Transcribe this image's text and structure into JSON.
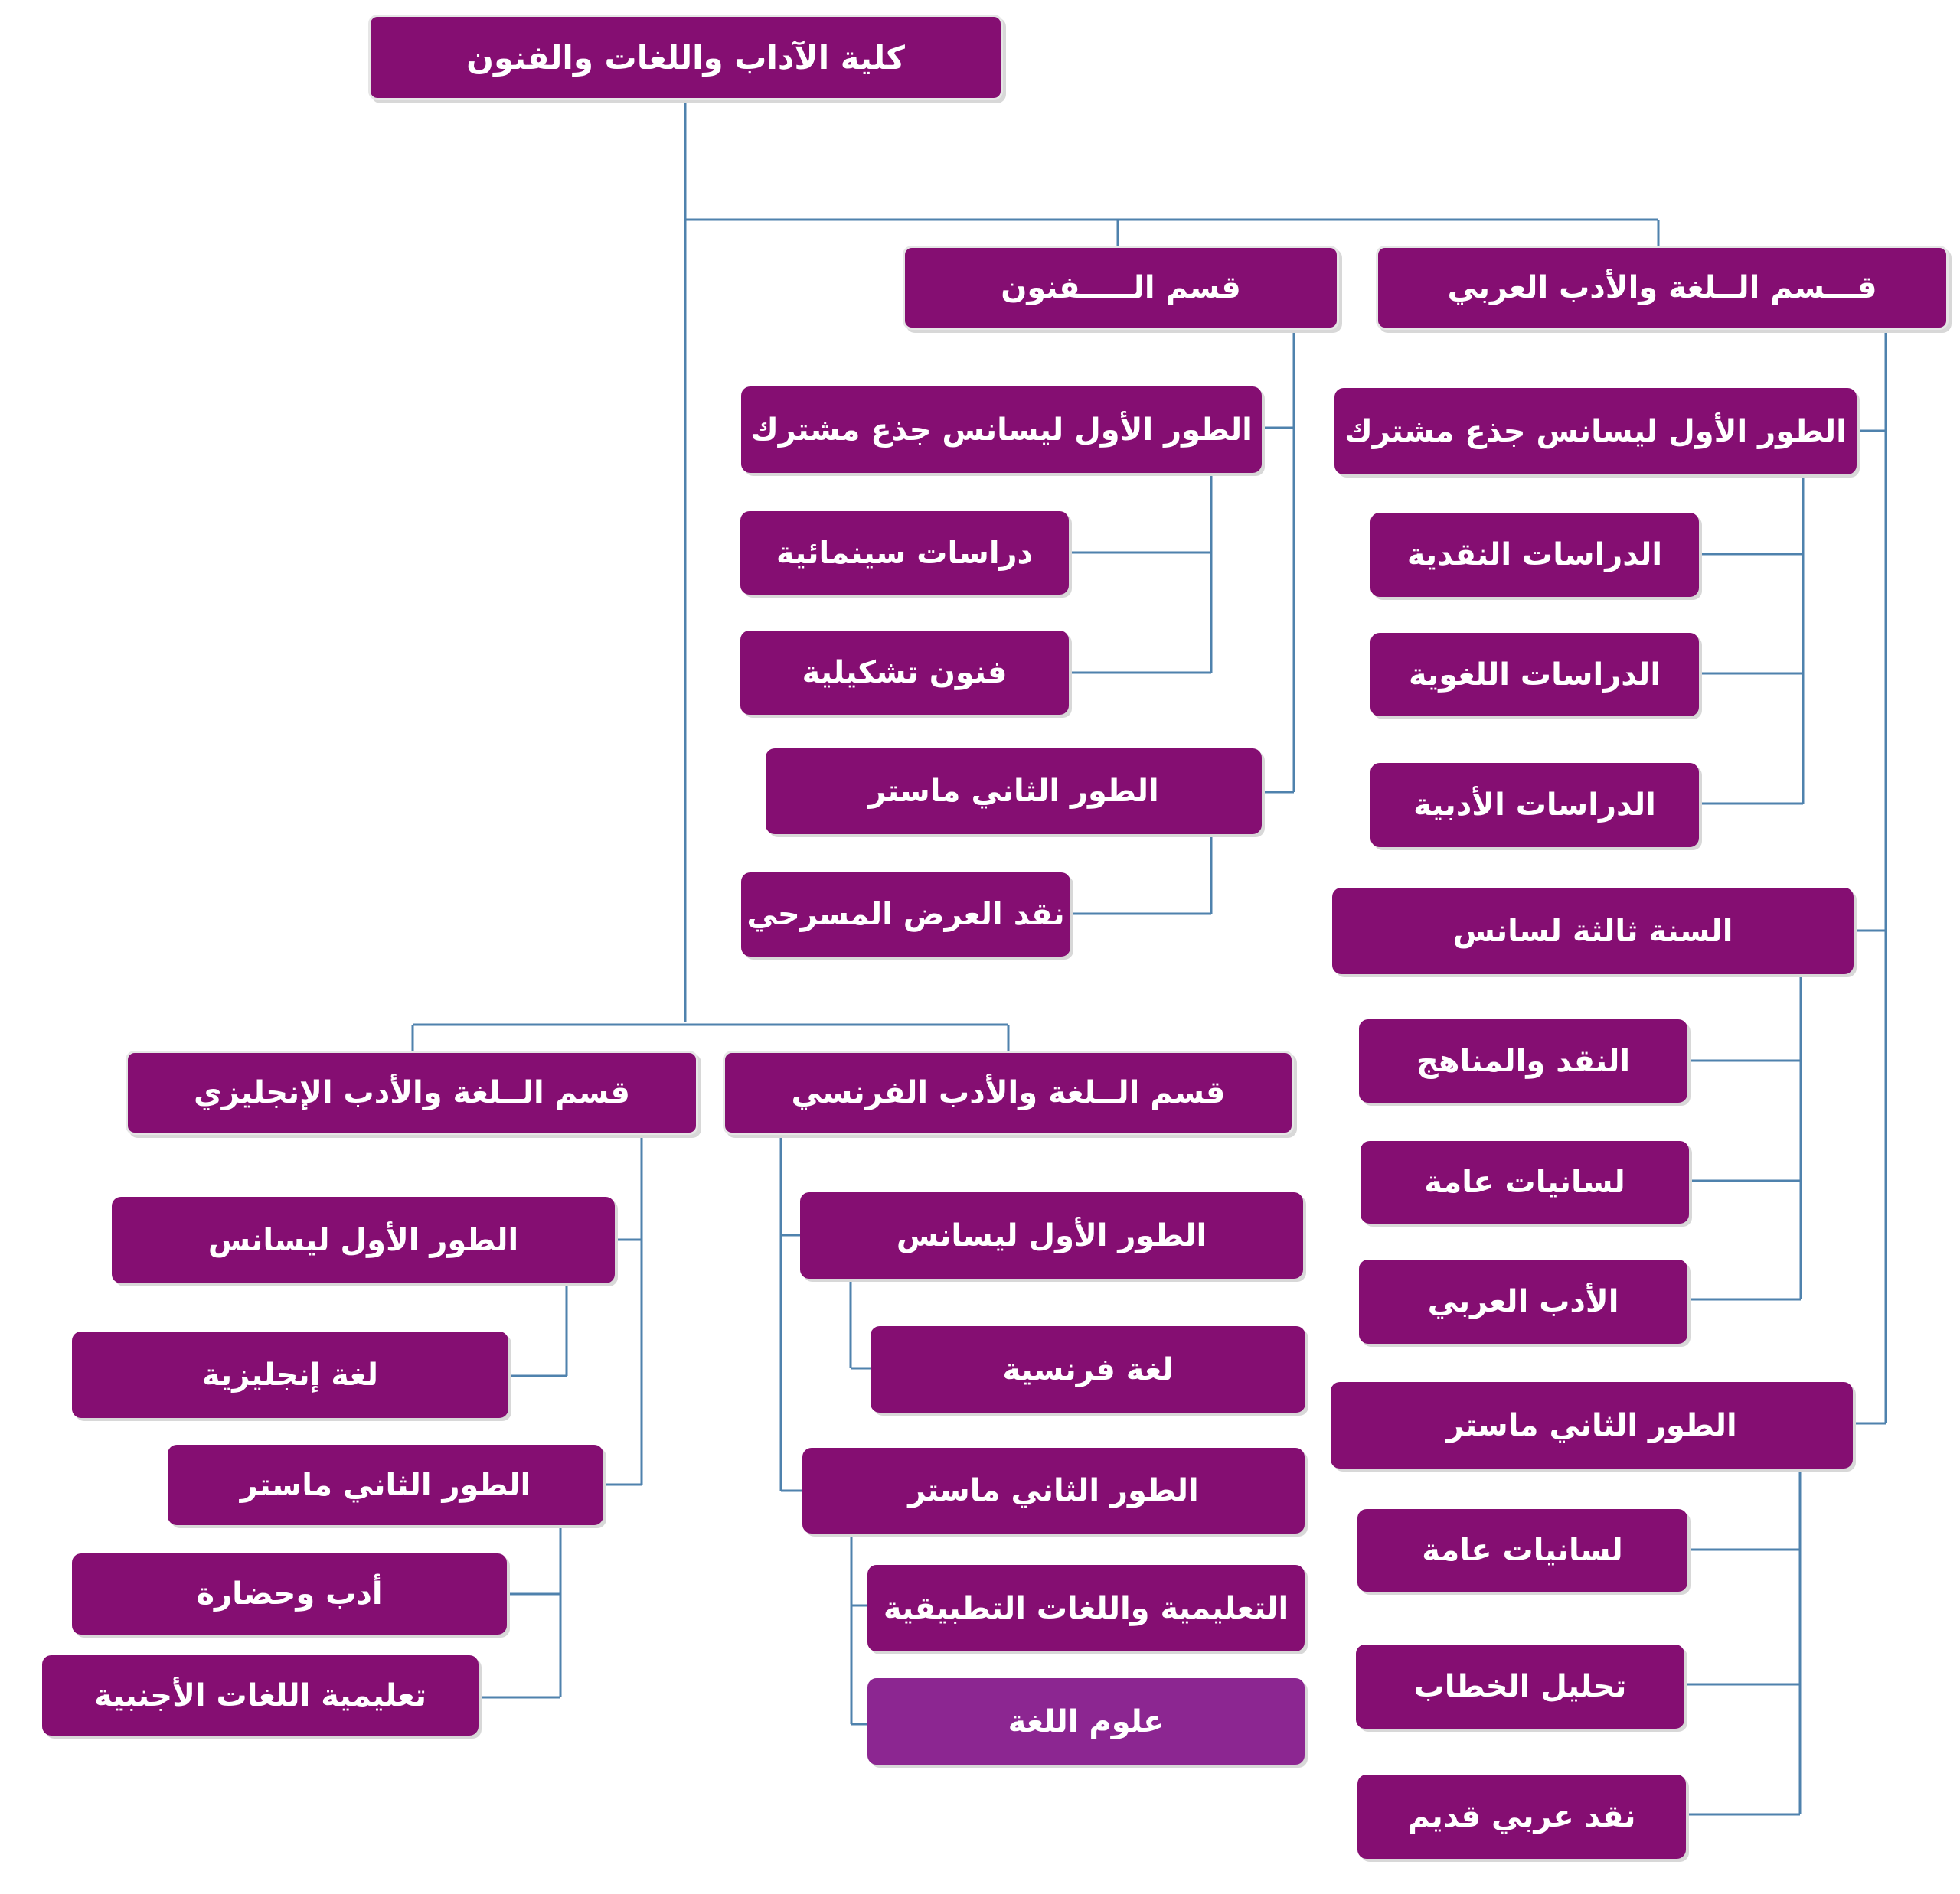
{
  "diagram": {
    "root": "كلية الآداب واللغات والفنون",
    "departments": {
      "arabic": {
        "title": "قـــسم الــلغة والأدب العربي",
        "cycle1": "الطور الأول ليسانس جذع مشترك",
        "cycle1_items": [
          "الدراسات النقدية",
          "الدراسات اللغوية",
          "الدراسات الأدبية"
        ],
        "year3": "السنة ثالثة لسانس",
        "year3_items": [
          "النقد والمناهج",
          "لسانيات عامة",
          "الأدب العربي"
        ],
        "cycle2": "الطور الثاني ماستر",
        "cycle2_items": [
          "لسانيات عامة",
          "تحليل الخطاب",
          "نقد عربي قديم"
        ]
      },
      "arts": {
        "title": "قسم الـــــفنون",
        "cycle1": "الطور الأول ليسانس جذع مشترك",
        "cycle1_items": [
          "دراسات سينمائية",
          "فنون تشكيلية"
        ],
        "cycle2": "الطور الثاني ماستر",
        "cycle2_items": [
          "نقد العرض المسرحي"
        ]
      },
      "french": {
        "title": "قسم الــلغة والأدب الفرنسي",
        "cycle1": "الطور الأول ليسانس",
        "cycle1_items": [
          "لغة فرنسية"
        ],
        "cycle2": "الطور الثاني ماستر",
        "cycle2_items": [
          "التعليمية واللغات التطبيقية",
          "علوم اللغة"
        ]
      },
      "english": {
        "title": "قسم الــلغة والأدب الإنجليزي",
        "cycle1": "الطور الأول ليسانس",
        "cycle1_items": [
          "لغة إنجليزية"
        ],
        "cycle2": "الطور الثاني ماستر",
        "cycle2_items": [
          "أدب وحضارة",
          "تعليمية اللغات الأجنبية"
        ]
      }
    },
    "colors": {
      "box": "#850e72",
      "box_highlight": "#8c2691",
      "text": "#ffffff",
      "connector": "#4f82ad"
    }
  }
}
